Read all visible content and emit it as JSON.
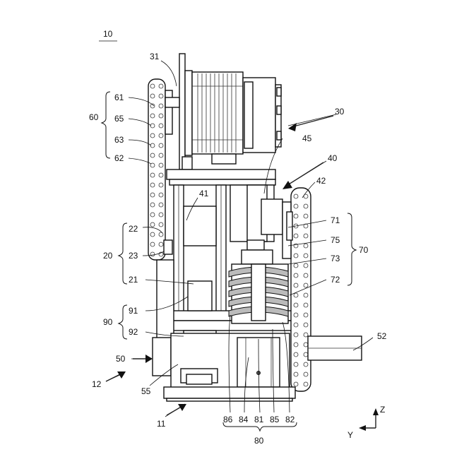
{
  "figure": {
    "labels": {
      "l10": "10",
      "l31": "31",
      "l30": "30",
      "l61": "61",
      "l65": "65",
      "l60": "60",
      "l63": "63",
      "l62": "62",
      "l45": "45",
      "l40": "40",
      "l42": "42",
      "l41": "41",
      "l22": "22",
      "l20": "20",
      "l23": "23",
      "l71": "71",
      "l75": "75",
      "l70": "70",
      "l73": "73",
      "l72": "72",
      "l21": "21",
      "l91": "91",
      "l90": "90",
      "l92": "92",
      "l52": "52",
      "l50": "50",
      "l12": "12",
      "l55": "55",
      "l11": "11",
      "l86": "86",
      "l84": "84",
      "l81": "81",
      "l85": "85",
      "l82": "82",
      "l80": "80"
    },
    "axes": {
      "z": "Z",
      "y": "Y"
    }
  }
}
